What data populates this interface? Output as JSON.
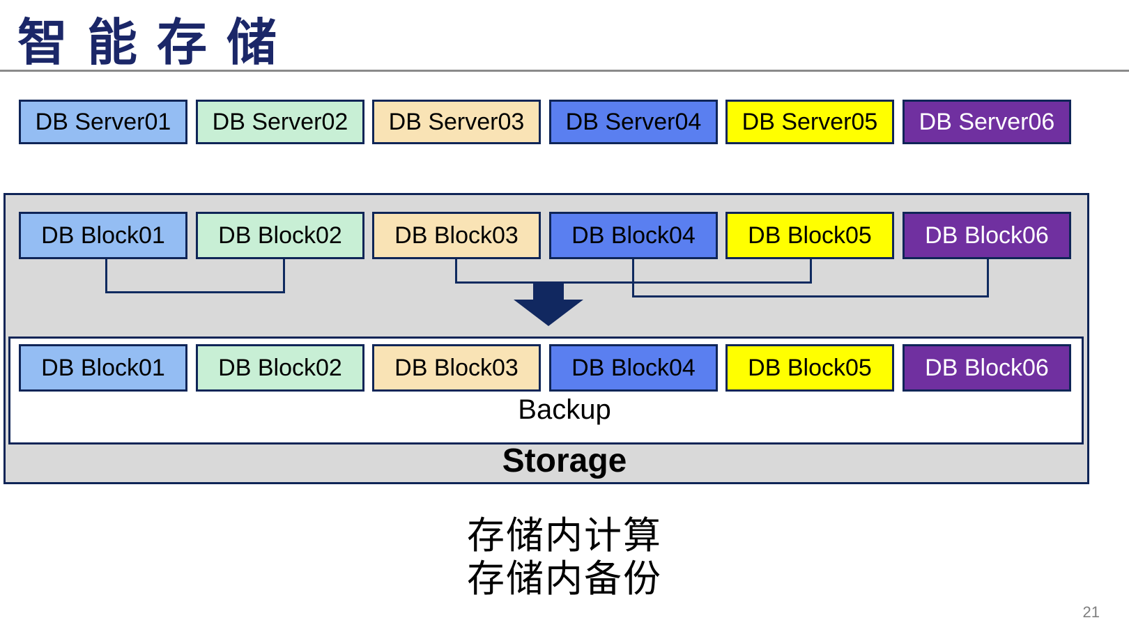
{
  "title": "智能存储",
  "page_number": "21",
  "captions": {
    "line1": "存储内计算",
    "line2": "存储内备份"
  },
  "backup_label": "Backup",
  "storage_label": "Storage",
  "servers": [
    "DB Server01",
    "DB Server02",
    "DB Server03",
    "DB Server04",
    "DB Server05",
    "DB Server06"
  ],
  "blocks_top": [
    "DB Block01",
    "DB Block02",
    "DB Block03",
    "DB Block04",
    "DB Block05",
    "DB Block06"
  ],
  "blocks_backup": [
    "DB Block01",
    "DB Block02",
    "DB Block03",
    "DB Block04",
    "DB Block05",
    "DB Block06"
  ],
  "palette": [
    {
      "name": "light-blue",
      "fill": "#94bdf3",
      "text": "#000000"
    },
    {
      "name": "mint-green",
      "fill": "#c8efd5",
      "text": "#000000"
    },
    {
      "name": "wheat",
      "fill": "#f9e3b5",
      "text": "#000000"
    },
    {
      "name": "medium-blue",
      "fill": "#5a7ff0",
      "text": "#000000"
    },
    {
      "name": "yellow",
      "fill": "#ffff00",
      "text": "#000000"
    },
    {
      "name": "purple",
      "fill": "#7030a0",
      "text": "#ffffff"
    }
  ],
  "colors": {
    "title_navy": "#1b2768",
    "border_navy": "#0f2557",
    "connector_navy": "#0f2a5f",
    "arrow_navy": "#112860",
    "container_gray": "#d9d9d9",
    "rule_gray": "#8a8a8a",
    "page_gray": "#7f7f7f"
  },
  "connections": [
    {
      "from": "DB Block01",
      "to": "DB Block02"
    },
    {
      "from": "DB Block03",
      "to": "DB Block05"
    },
    {
      "from": "DB Block04",
      "to": "DB Block06"
    }
  ]
}
